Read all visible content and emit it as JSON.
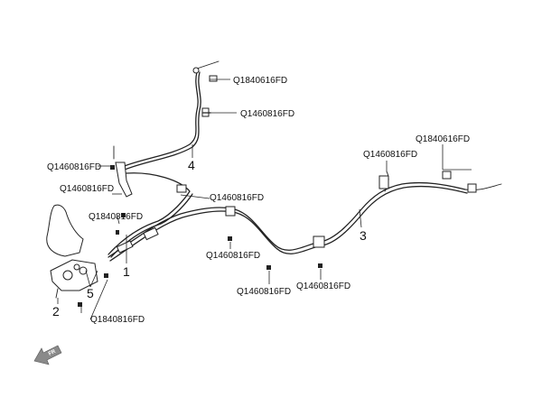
{
  "callouts": {
    "part_1": "1",
    "part_2": "2",
    "part_3": "3",
    "part_4": "4",
    "part_5": "5"
  },
  "fasteners": {
    "f1": "Q1840616FD",
    "f2": "Q1460816FD",
    "f3": "Q1460816FD",
    "f4": "Q1460816FD",
    "f5": "Q1840816FD",
    "f6": "Q1460816FD",
    "f7": "Q1460816FD",
    "f8": "Q1460816FD",
    "f9": "Q1840816FD",
    "f10": "Q1460816FD",
    "f11": "Q1840616FD",
    "f12": "Q1460816FD"
  },
  "direction_arrow": {
    "label": "FR",
    "icon": "front-direction-arrow-icon"
  }
}
